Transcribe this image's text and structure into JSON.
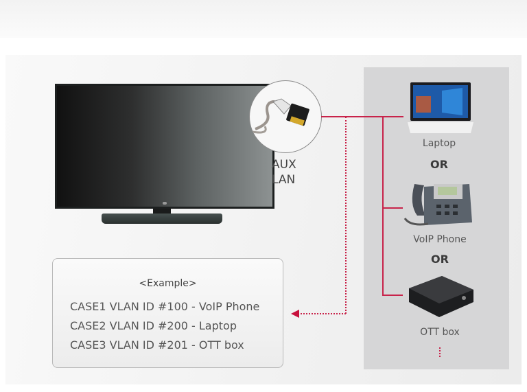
{
  "diagram": {
    "tv": {
      "port_label_line1": "AUX",
      "port_label_line2": "LAN"
    },
    "devices": [
      {
        "label": "Laptop",
        "icon": "laptop-icon"
      },
      {
        "label": "VoIP Phone",
        "icon": "voip-phone-icon"
      },
      {
        "label": "OTT box",
        "icon": "ott-box-icon"
      }
    ],
    "or_labels": [
      "OR",
      "OR"
    ],
    "example": {
      "title": "<Example>",
      "cases": [
        "CASE1 VLAN ID #100 - VoIP Phone",
        "CASE2 VLAN ID #200 - Laptop",
        "CASE3 VLAN ID #201 - OTT box"
      ]
    },
    "colors": {
      "connector_line": "#c8234a",
      "device_panel": "#d6d6d7"
    }
  }
}
